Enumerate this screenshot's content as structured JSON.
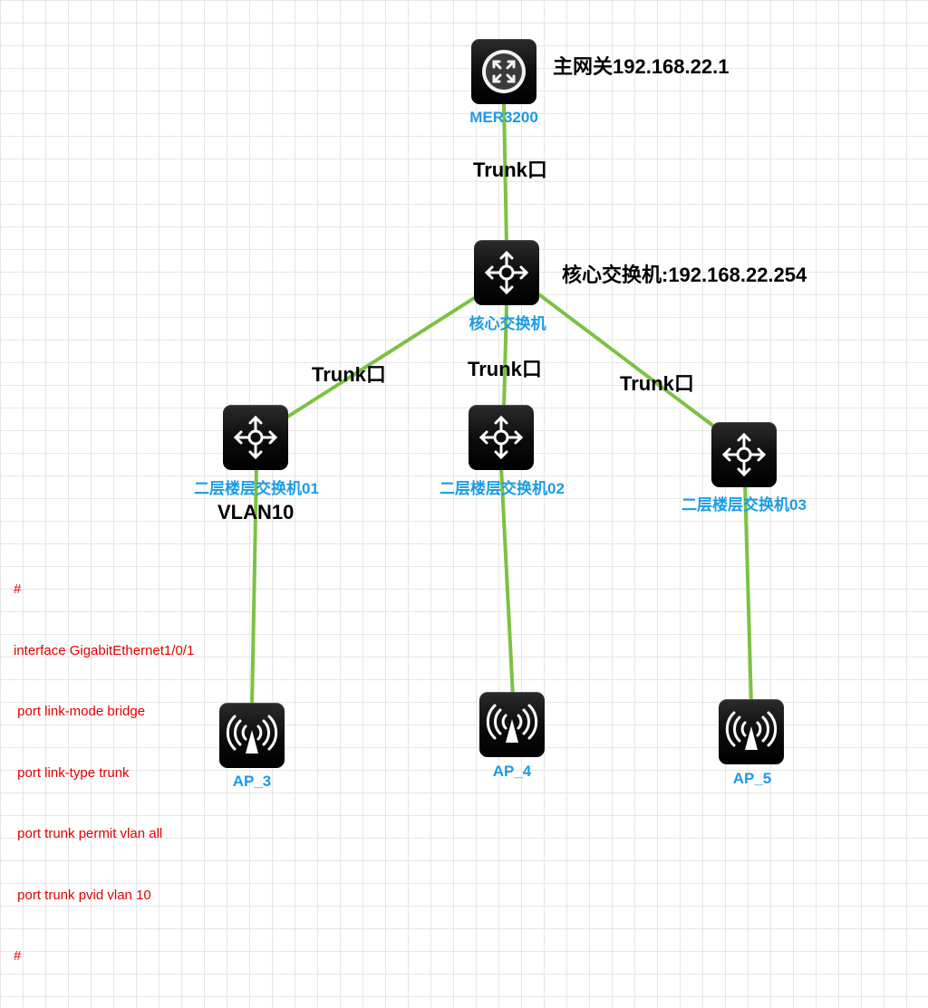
{
  "diagram": {
    "nodes": {
      "router": {
        "label": "MER3200",
        "annotation": "主网关192.168.22.1",
        "icon": "router-icon"
      },
      "core": {
        "label": "核心交换机",
        "annotation": "核心交换机:192.168.22.254",
        "icon": "switch-icon"
      },
      "sw01": {
        "label": "二层楼层交换机01",
        "icon": "switch-icon"
      },
      "sw02": {
        "label": "二层楼层交换机02",
        "icon": "switch-icon"
      },
      "sw03": {
        "label": "二层楼层交换机03",
        "icon": "switch-icon"
      },
      "ap3": {
        "label": "AP_3",
        "icon": "access-point-icon"
      },
      "ap4": {
        "label": "AP_4",
        "icon": "access-point-icon"
      },
      "ap5": {
        "label": "AP_5",
        "icon": "access-point-icon"
      }
    },
    "links": {
      "router_core": "Trunk口",
      "core_sw01": "Trunk口",
      "core_sw02": "Trunk口",
      "core_sw03": "Trunk口",
      "sw01_ap3": "VLAN10"
    },
    "config_lines": [
      "#",
      "interface GigabitEthernet1/0/1",
      " port link-mode bridge",
      " port link-type trunk",
      " port trunk permit vlan all",
      " port trunk pvid vlan 10",
      "#"
    ]
  },
  "colors": {
    "link": "#7cc242",
    "device_label": "#1a9be6",
    "config_text": "#e00000",
    "annotation": "#000000"
  }
}
